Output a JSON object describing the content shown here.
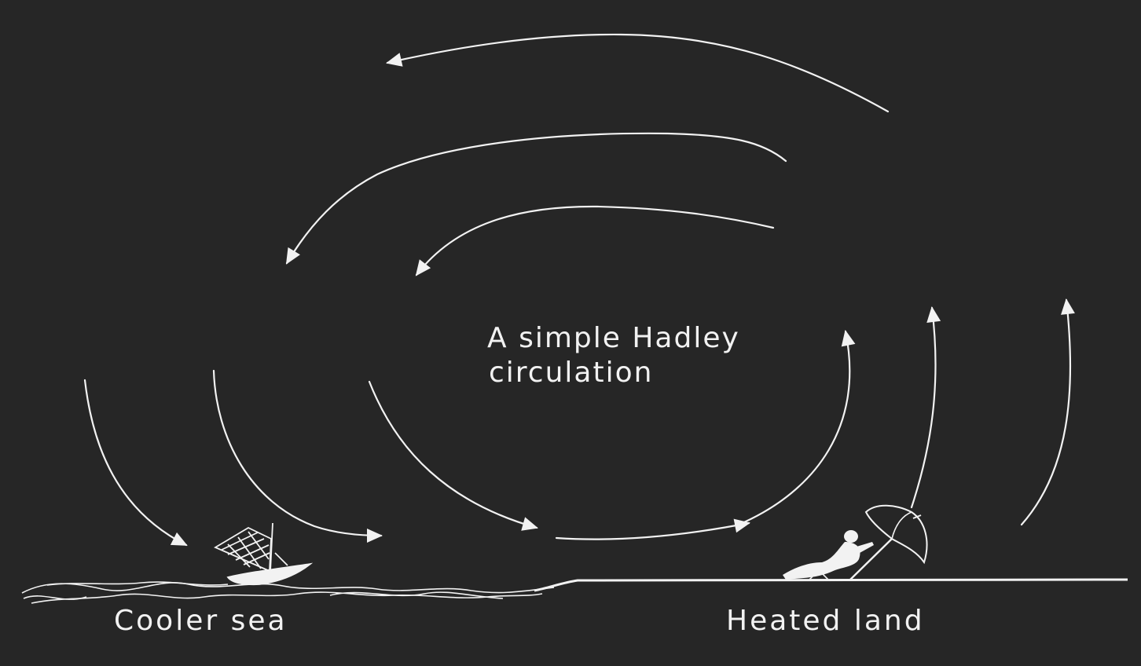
{
  "diagram": {
    "title_line1": "A simple Hadley",
    "title_line2": "circulation",
    "sea_label": "Cooler sea",
    "land_label": "Heated land",
    "colors": {
      "background": "#262626",
      "ink": "#f2f2f2"
    },
    "icons": [
      "sailboat-icon",
      "beach-umbrella-icon",
      "sunbather-icon"
    ]
  }
}
